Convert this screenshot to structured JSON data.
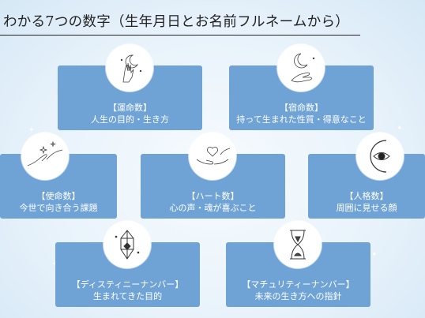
{
  "title": "わかる7つの数字（生年月日とお名前フルネームから）",
  "cards": {
    "unmei": {
      "heading": "【運命数】",
      "desc": "人生の目的・生き方"
    },
    "shukumei": {
      "heading": "【宿命数】",
      "desc": "持って生まれた性質・得意なこと"
    },
    "shimei": {
      "heading": "【使命数】",
      "desc": "今世で向き合う課題"
    },
    "heart": {
      "heading": "【ハート数】",
      "desc": "心の声・魂が喜ぶこと"
    },
    "jinkaku": {
      "heading": "【人格数】",
      "desc": "周囲に見せる顔"
    },
    "destiny": {
      "heading": "【ディスティニーナンバー】",
      "desc": "生まれてきた目的"
    },
    "maturity": {
      "heading": "【マチュリティーナンバー】",
      "desc": "未来の生き方への指針"
    }
  },
  "icons": {
    "unmei": "hand-moon-icon",
    "shukumei": "hand-crescent-icon",
    "shimei": "hands-stars-icon",
    "heart": "hands-heart-icon",
    "jinkaku": "eye-moon-icon",
    "destiny": "crystal-icon",
    "maturity": "hourglass-icon"
  },
  "colors": {
    "card": "#6fa3d6",
    "text": "#ffffff",
    "title": "#222222"
  }
}
